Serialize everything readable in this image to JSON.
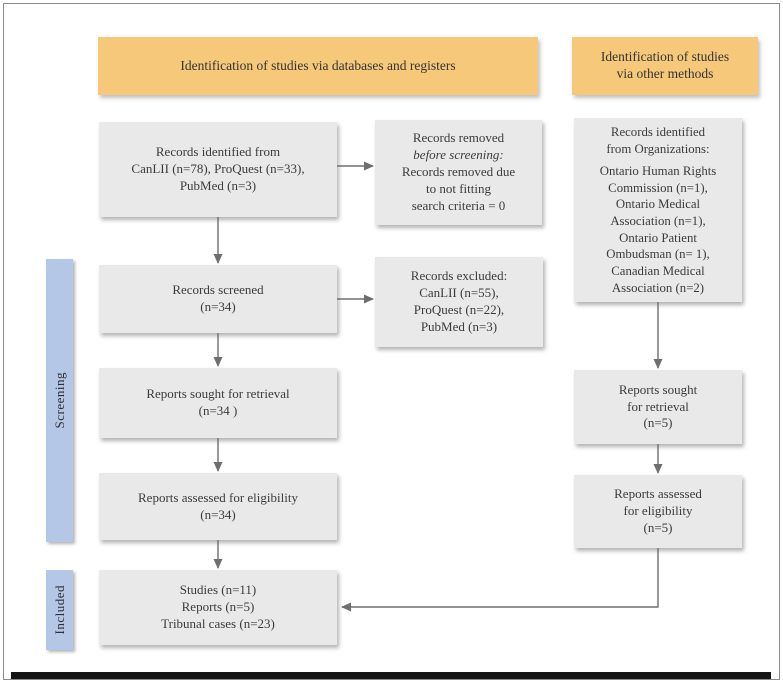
{
  "colors": {
    "header_bg": "#f6c87a",
    "box_bg": "#e9e9e9",
    "sidebar_bg": "#b4c7e7",
    "arrow": "#6e6e6e",
    "text": "#3b3b3b",
    "frame_border": "#8a8a8a",
    "bottom_rule": "#141414"
  },
  "headers": {
    "databases": {
      "label": "Identification of studies via databases and registers"
    },
    "other_methods": {
      "lines": [
        "Identification of studies",
        "via other methods"
      ]
    }
  },
  "sidebars": {
    "screening": "Screening",
    "included": "Included"
  },
  "boxes": {
    "records_identified": {
      "lines": [
        "Records identified from",
        "CanLII (n=78), ProQuest (n=33),",
        "PubMed (n=3)"
      ]
    },
    "records_removed": {
      "lines": [
        "Records removed",
        {
          "text": "before screening:",
          "italic": true
        },
        "Records removed due",
        "to not fitting",
        "search criteria = 0"
      ]
    },
    "records_orgs": {
      "lines": [
        "Records identified",
        "from Organizations:",
        {
          "text": "Ontario Human Rights",
          "gap": true
        },
        "Commission (n=1),",
        "Ontario Medical",
        "Association (n=1),",
        "Ontario Patient",
        "Ombudsman (n= 1),",
        "Canadian Medical",
        "Association (n=2)"
      ]
    },
    "records_screened": {
      "lines": [
        "Records screened",
        "(n=34)"
      ]
    },
    "records_excluded": {
      "lines": [
        "Records excluded:",
        "CanLII (n=55),",
        "ProQuest (n=22),",
        "PubMed (n=3)"
      ]
    },
    "reports_sought": {
      "lines": [
        "Reports sought for retrieval",
        "(n=34 )"
      ]
    },
    "reports_assessed": {
      "lines": [
        "Reports assessed for eligibility",
        "(n=34)"
      ]
    },
    "reports_sought_other": {
      "lines": [
        "Reports sought",
        "for retrieval",
        "(n=5)"
      ]
    },
    "reports_assessed_other": {
      "lines": [
        "Reports assessed",
        "for eligibility",
        "(n=5)"
      ]
    },
    "included_studies": {
      "lines": [
        "Studies (n=11)",
        "Reports (n=5)",
        "Tribunal cases (n=23)"
      ]
    }
  }
}
